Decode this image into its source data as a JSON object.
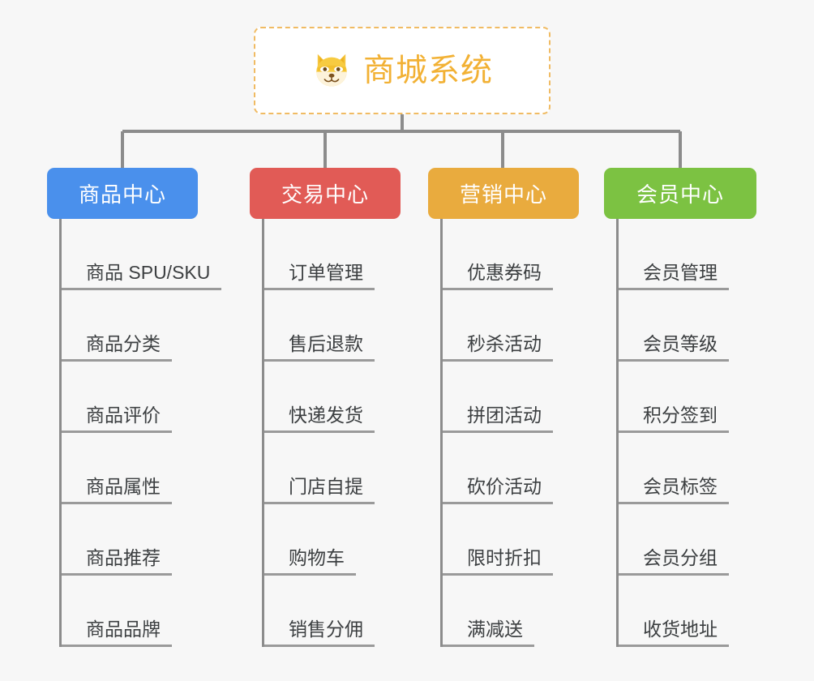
{
  "page": {
    "background": "#f7f7f7",
    "type": "org-chart"
  },
  "root": {
    "title": "商城系统",
    "icon": "shiba-dog-face-emoji",
    "border_color": "#f0bb63",
    "text_color": "#f2b134",
    "background": "#ffffff"
  },
  "connector": {
    "color": "#8c8c8c"
  },
  "categories": [
    {
      "label": "商品中心",
      "color": "#4a90ec",
      "items": [
        "商品 SPU/SKU",
        "商品分类",
        "商品评价",
        "商品属性",
        "商品推荐",
        "商品品牌"
      ]
    },
    {
      "label": "交易中心",
      "color": "#e15b56",
      "items": [
        "订单管理",
        "售后退款",
        "快递发货",
        "门店自提",
        "购物车",
        "销售分佣"
      ]
    },
    {
      "label": "营销中心",
      "color": "#e9ab3e",
      "items": [
        "优惠券码",
        "秒杀活动",
        "拼团活动",
        "砍价活动",
        "限时折扣",
        "满减送"
      ]
    },
    {
      "label": "会员中心",
      "color": "#7cc242",
      "items": [
        "会员管理",
        "会员等级",
        "积分签到",
        "会员标签",
        "会员分组",
        "收货地址"
      ]
    }
  ]
}
